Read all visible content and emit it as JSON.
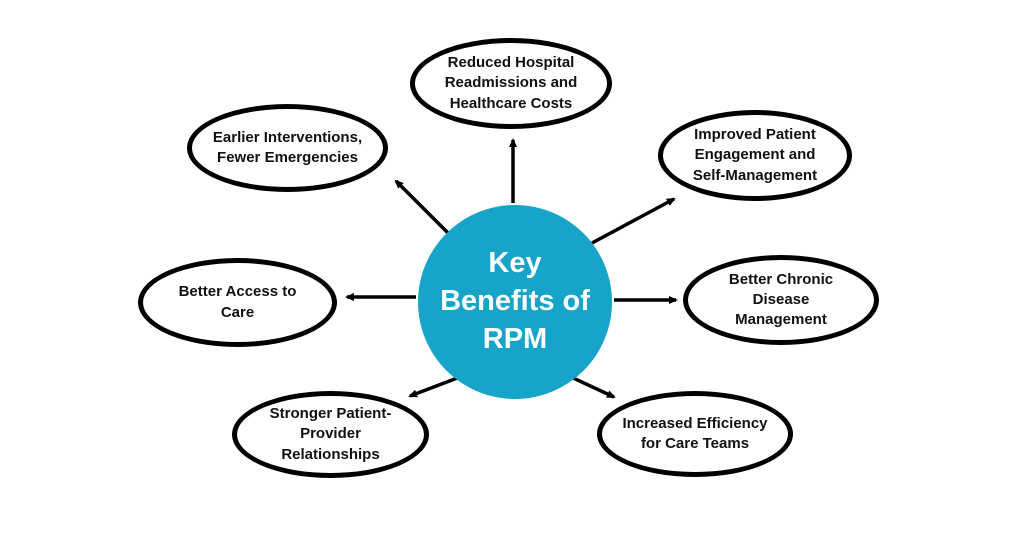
{
  "title": "Key Benefits of RPM",
  "colors": {
    "background": "#ffffff",
    "center_fill": "#16a4c8",
    "center_text": "#ffffff",
    "node_border": "#000000",
    "node_text": "#111111",
    "arrow": "#000000"
  },
  "center": {
    "line1": "Key",
    "line2": "Benefits of",
    "line3": "RPM"
  },
  "nodes": [
    {
      "id": "reduced-readmissions",
      "label": "Reduced Hospital Readmissions and Healthcare Costs"
    },
    {
      "id": "earlier-interventions",
      "label": "Earlier Interventions, Fewer Emergencies"
    },
    {
      "id": "improved-engagement",
      "label": "Improved Patient Engagement and Self-Management"
    },
    {
      "id": "better-access",
      "label": "Better Access to Care"
    },
    {
      "id": "chronic-disease",
      "label": "Better Chronic Disease Management"
    },
    {
      "id": "stronger-relationships",
      "label": "Stronger Patient-Provider Relationships"
    },
    {
      "id": "increased-efficiency",
      "label": "Increased Efficiency for Care Teams"
    }
  ]
}
